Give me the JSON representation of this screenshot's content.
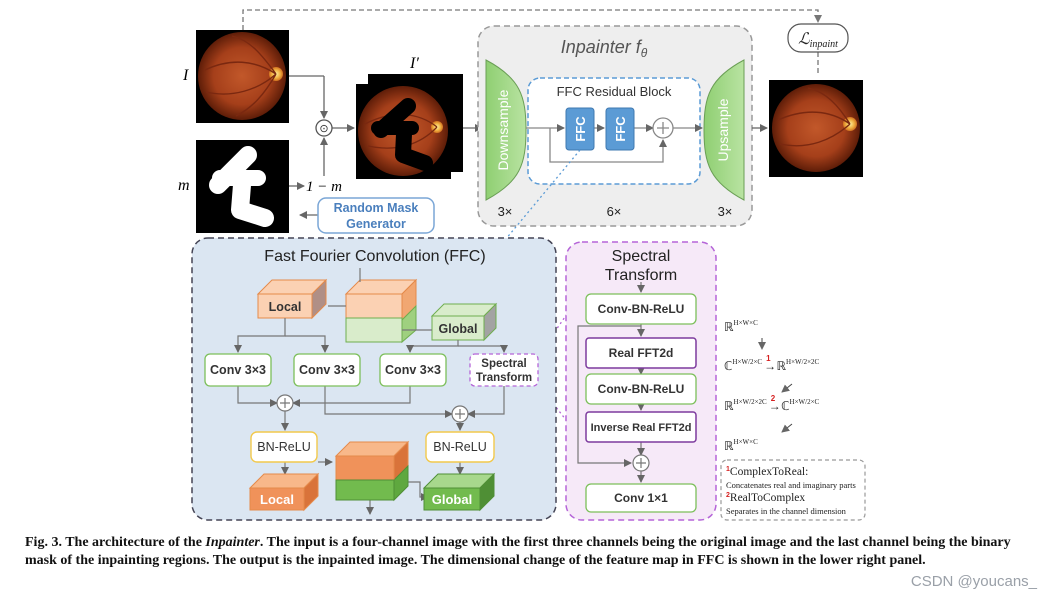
{
  "labels": {
    "I": "I",
    "I_prime": "I′",
    "m": "m",
    "one_minus_m": "1 − m",
    "odot": "⊙",
    "loss": "ℒ",
    "loss_sub": "inpaint",
    "inpainter_title": "Inpainter f",
    "inpainter_sub": "θ",
    "downsample": "Downsample",
    "upsample": "Upsample",
    "ffc_residual_block": "FFC Residual Block",
    "ffc": "FFC",
    "mult_down": "3×",
    "mult_ffc": "6×",
    "mult_up": "3×",
    "random_mask_generator": [
      "Random Mask",
      "Generator"
    ],
    "plus": "+"
  },
  "ffc_panel": {
    "title": "Fast Fourier Convolution (FFC)",
    "local": "Local",
    "global": "Global",
    "conv": "Conv 3×3",
    "spectral_transform": [
      "Spectral",
      "Transform"
    ],
    "bn_relu": "BN-ReLU"
  },
  "spectral_panel": {
    "title": [
      "Spectral",
      "Transform"
    ],
    "steps": [
      "Conv-BN-ReLU",
      "Real FFT2d",
      "Conv-BN-ReLU",
      "Inverse Real FFT2d",
      "Conv 1×1"
    ]
  },
  "dims": {
    "rows": [
      {
        "base": "ℝ",
        "sup": "H×W×C"
      },
      {
        "base": "ℂ",
        "sup": "H×W/2×C",
        "arrow": "→",
        "num": "1",
        "base2": "ℝ",
        "sup2": "H×W/2×2C"
      },
      {
        "base": "ℝ",
        "sup": "H×W/2×2C",
        "arrow": "→",
        "num": "2",
        "base2": "ℂ",
        "sup2": "H×W/2×C"
      },
      {
        "base": "ℝ",
        "sup": "H×W×C"
      }
    ],
    "legend": [
      {
        "num": "1",
        "title": "ComplexToReal:",
        "desc": "Concatenates real and imaginary parts"
      },
      {
        "num": "2",
        "title": "RealToComplex",
        "desc": "Separates in the channel dimension"
      }
    ]
  },
  "caption": {
    "prefix": "Fig. 3. The architecture of the ",
    "italic": "Inpainter",
    "rest": ". The input is a four-channel image with the first three channels being the original image and the last channel being the binary mask of the inpainting regions.  The output is the inpainted image.  The dimensional change of the feature map in FFC is shown in the lower right panel."
  },
  "watermark": "CSDN @youcans_"
}
